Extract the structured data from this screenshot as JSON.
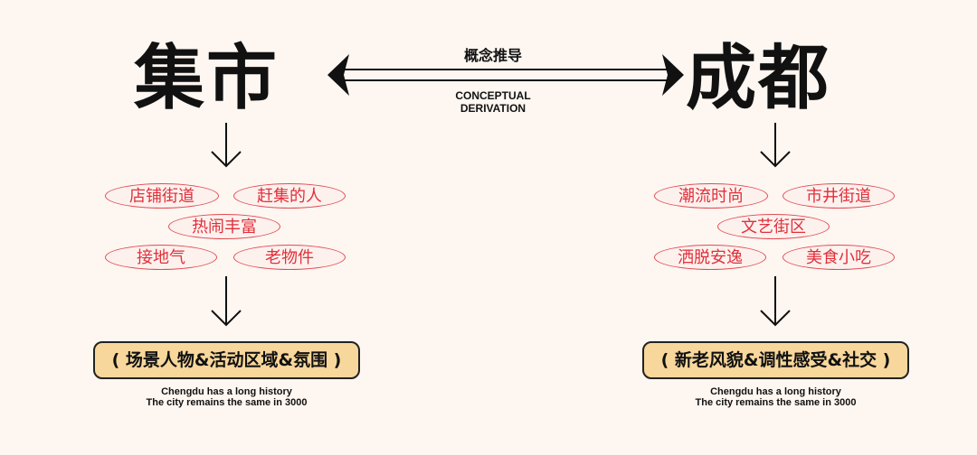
{
  "left": {
    "title": "集市",
    "tags": [
      "店铺街道",
      "赶集的人",
      "热闹丰富",
      "接地气",
      "老物件"
    ],
    "summary": "( 场景人物&活动区域&氛围 )",
    "caption_line1": "Chengdu has a long history",
    "caption_line2": "The city remains the same in 3000"
  },
  "center": {
    "label_cn": "概念推导",
    "label_en_line1": "CONCEPTUAL",
    "label_en_line2": "DERIVATION"
  },
  "right": {
    "title": "成都",
    "tags": [
      "潮流时尚",
      "市井街道",
      "文艺街区",
      "洒脱安逸",
      "美食小吃"
    ],
    "summary": "( 新老风貌&调性感受&社交 )",
    "caption_line1": "Chengdu has a long history",
    "caption_line2": "The city remains the same in 3000"
  },
  "colors": {
    "background": "#fdf6f1",
    "tag_text": "#e0303a",
    "tag_border": "#e04a52",
    "summary_fill": "#f7d79b",
    "ink": "#111111"
  }
}
